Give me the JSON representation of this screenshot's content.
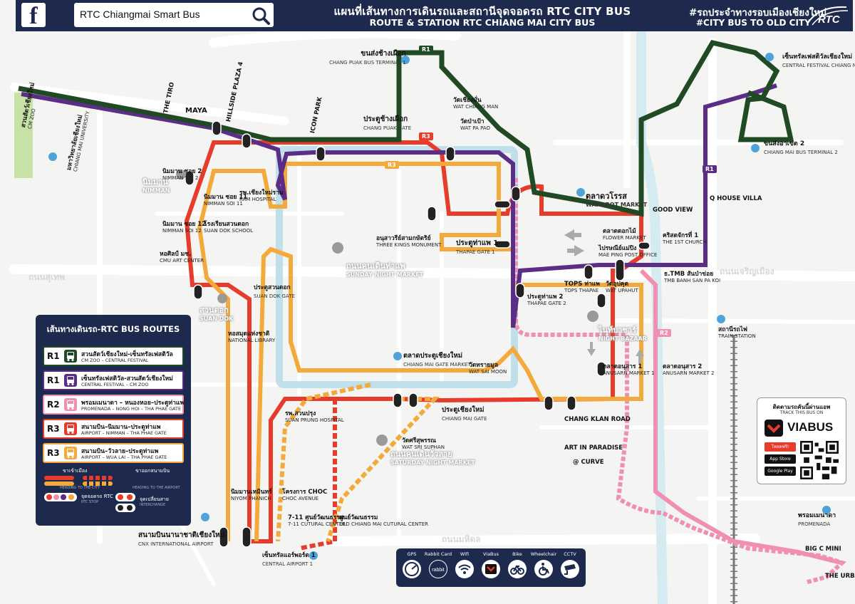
{
  "header": {
    "facebook_glyph": "f",
    "search_text": "RTC Chiangmai Smart Bus",
    "title_th": "แผนที่เส้นทางการเดินรถและสถานีจุดจอดรถ RTC CITY BUS",
    "title_en": "ROUTE & STATION RTC CHIANG MAI CITY BUS",
    "tag_th": "#รถประจำทางรอบเมืองเชียงใหม่",
    "tag_en": "#CITY BUS TO OLD CITY",
    "logo_text": "RTC"
  },
  "colors": {
    "navy": "#1d2a4e",
    "r1_green": "#1f4a23",
    "r1_purple": "#5b2d86",
    "r2_pink": "#f08fb0",
    "r3_red": "#e73c2c",
    "r3_orange": "#f4a93b",
    "canal": "#bfe0ea"
  },
  "map": {
    "route_tags": {
      "r1_top": "R1",
      "r3_red": "R3",
      "r3_orange": "R3",
      "r1_right": "R1",
      "r2": "R2"
    },
    "terminals": {
      "chang_puak": {
        "th": "ขนส่งช้างเผือก",
        "en": "CHANG PUAK BUS TERMINAL 1"
      },
      "central_festival": {
        "th": "เซ็นทรัลเฟสติวัลเชียงใหม่",
        "en": "CENTRAL FESTIVAL CHIANG MAI"
      },
      "arcade": {
        "th": "ขนส่งอาเขต 2",
        "en": "CHIANG MAI BUS TERMINAL 2"
      },
      "airport": {
        "th": "สนามบินนานาชาติเชียงใหม่",
        "en": "CNX INTERNATIONAL AIRPORT"
      },
      "central_airport": {
        "th": "เซ็นทรัลแอร์พอร์ต 1",
        "en": "CENTRAL AIRPORT 1"
      },
      "promenada": {
        "th": "พรอมเมนาดา",
        "en": "PROMENADA"
      }
    },
    "gates": {
      "chang_puak_gate": {
        "th": "ประตูช้างเผือก",
        "en": "CHANG PUAK GATE"
      },
      "thapae_gate": {
        "th": "ประตูท่าแพ 1",
        "en": "THAPAE GATE 1"
      },
      "suan_dok_gate": {
        "th": "ประตูสวนดอก",
        "en": "SUAN DOK GATE"
      },
      "chiang_mai_gate": {
        "th": "ประตูเชียงใหม่",
        "en": "CHIANG MAI GATE"
      }
    },
    "markets": {
      "warorot": {
        "th": "ตลาดวโรรส",
        "en": "WAROROT MARKET"
      },
      "sunday": {
        "th": "ถนนคนเดินท่าแพ",
        "en": "SUNDAY NIGHT MARKET"
      },
      "chiang_mai_gate_market": {
        "th": "ตลาดประตูเชียงใหม่",
        "en": "CHIANG MAI GATE MARKET"
      },
      "night_bazaar": {
        "th": "ไนท์บาซาร์",
        "en": "NIGHT BAZAAR"
      },
      "saturday": {
        "th": "ถนนคนเดินวัวลาย",
        "en": "SATURDAY NIGHT MARKET"
      },
      "nimman": {
        "th": "นิมมาน",
        "en": "NIMMAN"
      },
      "suan_dok": {
        "th": "สวนดอก",
        "en": "SUAN DOK"
      }
    },
    "road_names": {
      "charoen_muang": "ถนนเจริญเมือง",
      "mahidol": "ถนนมหิดล",
      "suthep": "ถนนสุเทพ"
    },
    "stops": {
      "cm_zoo": {
        "th": "สวนสัตว์เชียงใหม่",
        "en": "CM ZOO"
      },
      "cmu": {
        "th": "มหาวิทยาลัยเชียงใหม่",
        "en": "CHIANG MAI UNIVERSITY"
      },
      "maya": {
        "th": "",
        "en": "MAYA"
      },
      "hillside": {
        "th": "",
        "en": "HILLSIDE PLAZA 4"
      },
      "the_tiro": {
        "th": "",
        "en": "THE TIRO"
      },
      "icon_park": {
        "th": "",
        "en": "ICON PARK"
      },
      "nimman_soi2": {
        "th": "นิมมาน ซอย 2",
        "en": "NIMMAN SOI 2"
      },
      "nimman_soi11": {
        "th": "นิมมาน ซอย 11",
        "en": "NIMMAN SOI 11"
      },
      "nimman_soi12": {
        "th": "นิมมาน ซอย 12",
        "en": "NIMMAN SOI 12"
      },
      "suan_dok_school": {
        "th": "โรงเรียนสวนดอก",
        "en": "SUAN DOK SCHOOL"
      },
      "cmu_art_center": {
        "th": "หอศิลป์ มช.",
        "en": "CMU ART CENTER"
      },
      "ram_hospital": {
        "th": "รพ.เชียงใหม่ราม",
        "en": "RAM HOSPITAL"
      },
      "wat_chiang_man": {
        "th": "วัดเชียงมั่น",
        "en": "WAT CHIANG MAN"
      },
      "wat_pa_pao": {
        "th": "วัดป่าเป้า",
        "en": "WAT PA PAO"
      },
      "three_kings": {
        "th": "อนุสาวรีย์สามกษัตริย์",
        "en": "THREE KINGS MONUMENT"
      },
      "tha_phae_gate2": {
        "th": "ประตูท่าแพ 2",
        "en": "THAPAE GATE 2"
      },
      "tops_thapae": {
        "th": "TOPS ท่าแพ",
        "en": "TOPS THAPAE"
      },
      "wat_upahut": {
        "th": "วัดอุปคุต",
        "en": "WAT UPAHUT"
      },
      "flower_market": {
        "th": "ตลาดดอกไม้",
        "en": "FLOWER MARKET"
      },
      "mae_ping_post": {
        "th": "ไปรษณีย์แม่ปิง",
        "en": "MAE PING POST OFFICE"
      },
      "first_church": {
        "th": "คริสตจักรที่ 1",
        "en": "THE 1ST CHURCH"
      },
      "good_view": {
        "th": "",
        "en": "GOOD VIEW"
      },
      "q_house": {
        "th": "",
        "en": "Q HOUSE VILLA"
      },
      "tmb_san_pa_koi": {
        "th": "ธ.TMB สันป่าข่อย",
        "en": "TMB BANH SAN PA KOI"
      },
      "train_station": {
        "th": "สถานีรถไฟ",
        "en": "TRAIN STATION"
      },
      "anusarn1": {
        "th": "ตลาดอนุสาร 1",
        "en": "ANUSARN MARKET 1"
      },
      "anusarn2": {
        "th": "ตลาดอนุสาร 2",
        "en": "ANUSARN MARKET 2"
      },
      "changklan": {
        "th": "",
        "en": "CHANG KLAN ROAD"
      },
      "art_in_paradise": {
        "th": "",
        "en": "ART IN PARADISE"
      },
      "curve": {
        "th": "",
        "en": "@ CURVE"
      },
      "wat_sai_moon": {
        "th": "วัดทรายมูล",
        "en": "WAT SAI MOON"
      },
      "suan_prung": {
        "th": "รพ.สวนปรุง",
        "en": "SUAN PRUNG HOSPITAL"
      },
      "choc": {
        "th": "โครงการ CHOC",
        "en": "CHOC AVENUE"
      },
      "nimman_yoga": {
        "th": "นิมมานเหมินทร์",
        "en": "NIYOM PHANICH"
      },
      "cultural_center": {
        "th": "7-11 ศูนย์วัฒนธรรม",
        "en": "7-11 CUTURAL CENTER"
      },
      "old_cm_cultural": {
        "th": "ศูนย์วัฒนธรรม",
        "en": "OLD CHIANG MAI CUTURAL CENTER"
      },
      "wat_srisuphan": {
        "th": "วัดศรีสุพรรณ",
        "en": "WAT SRI SUPHAN"
      },
      "national_library": {
        "th": "หอสมุดแห่งชาติ",
        "en": "NATIONAL LIBRARY"
      },
      "big_c": {
        "th": "",
        "en": "BIG C MINI"
      },
      "the_urbanos": {
        "th": "",
        "en": "THE URBANOS"
      }
    }
  },
  "legend": {
    "title": "เส้นทางเดินรถ-RTC BUS ROUTES",
    "routes": [
      {
        "code": "R1",
        "color": "#1f4a23",
        "th": "สวนสัตว์เชียงใหม่-เซ็นทรัลเฟสติวัล",
        "en": "CM ZOO – CENTRAL FESTIVAL"
      },
      {
        "code": "R1",
        "color": "#5b2d86",
        "th": "เซ็นทรัลเฟสติวัล-สวนสัตว์เชียงใหม่",
        "en": "CENTRAL FESTIVAL – CM ZOO"
      },
      {
        "code": "R2",
        "color": "#f08fb0",
        "th": "พรอมเมนาดา – หนองหอย–ประตูท่าแพ",
        "en": "PROMENADA – NONG HOI – THA PHAE GATE"
      },
      {
        "code": "R3",
        "color": "#e73c2c",
        "th": "สนามบิน–นิมมาน–ประตูท่าแพ",
        "en": "AIRPORT – NIMMAN – THA PHAE GATE"
      },
      {
        "code": "R3",
        "color": "#f4a93b",
        "th": "สนามบิน–วัวลาย–ประตูท่าแพ",
        "en": "AIRPORT – WUA LAI – THA PHAE GATE"
      }
    ],
    "to_city_th": "ขาเข้าเมือง",
    "to_city_en": "HEADING TO THE CITY",
    "to_airport_th": "ขาออกสนามบิน",
    "to_airport_en": "HEADING TO THE AIRPORT",
    "stop_th": "จุดจอดรถ RTC",
    "stop_en": "RTC STOP",
    "interchange_th": "จุดเปลี่ยนสาย",
    "interchange_en": "INTERCHANGE"
  },
  "amenities": {
    "items": [
      {
        "label": "GPS",
        "icon": "gps-icon"
      },
      {
        "label": "Rabbit Card",
        "icon": "rabbit-card-icon"
      },
      {
        "label": "Wifi",
        "icon": "wifi-icon"
      },
      {
        "label": "ViaBus",
        "icon": "viabus-icon"
      },
      {
        "label": "Bike",
        "icon": "bike-icon"
      },
      {
        "label": "Wheelchair",
        "icon": "wheelchair-icon"
      },
      {
        "label": "CCTV",
        "icon": "cctv-icon"
      }
    ],
    "rabbit_word": "rabbit"
  },
  "viabus": {
    "title_th": "ติดตามรถคันนี้ผ่านแอพ",
    "title_en": "TRACK THIS BUS ON",
    "brand": "VIABUS",
    "stores": [
      "โหลดฟรี!",
      "App Store",
      "Google Play"
    ]
  }
}
